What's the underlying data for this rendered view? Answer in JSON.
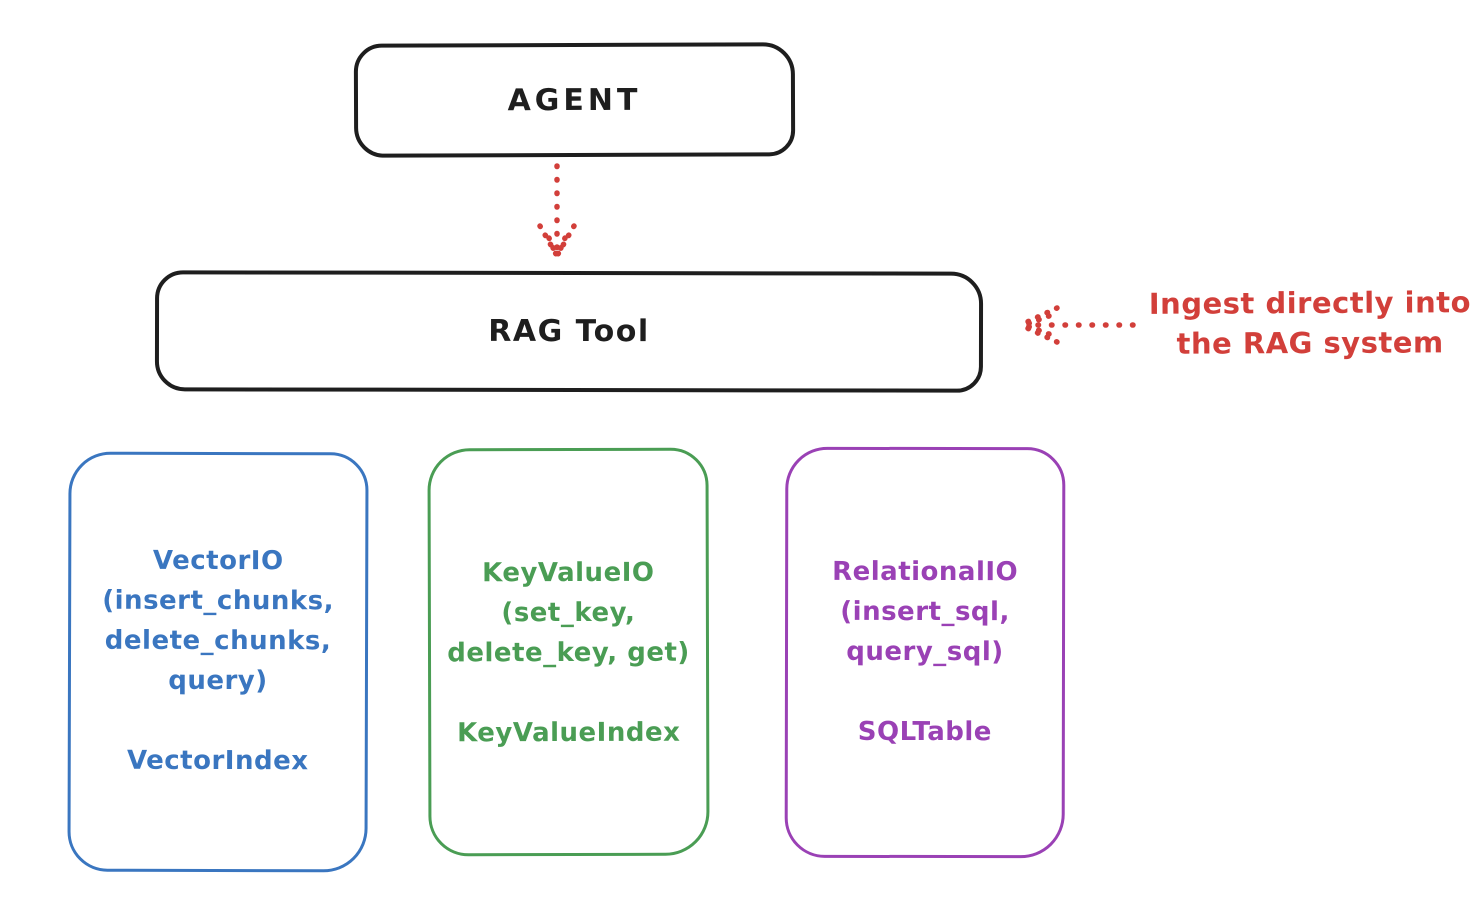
{
  "colors": {
    "ink": "#1e1e1e",
    "red": "#d23f3a",
    "blue": "#3a76c0",
    "green": "#4a9d54",
    "purple": "#9a41b5",
    "bg": "#ffffff"
  },
  "agent": {
    "label": "AGENT"
  },
  "rag_tool": {
    "label": "RAG Tool"
  },
  "annotation": {
    "line1": "Ingest directly into",
    "line2": "the RAG system"
  },
  "stores": [
    {
      "name": "vector-io",
      "io_lines": [
        "VectorIO",
        "(insert_chunks,",
        "delete_chunks,",
        "query)"
      ],
      "index_label": "VectorIndex"
    },
    {
      "name": "key-value-io",
      "io_lines": [
        "KeyValueIO",
        "(set_key,",
        "delete_key, get)"
      ],
      "index_label": "KeyValueIndex"
    },
    {
      "name": "relational-io",
      "io_lines": [
        "RelationalIO",
        "(insert_sql,",
        "query_sql)"
      ],
      "index_label": "SQLTable"
    }
  ]
}
